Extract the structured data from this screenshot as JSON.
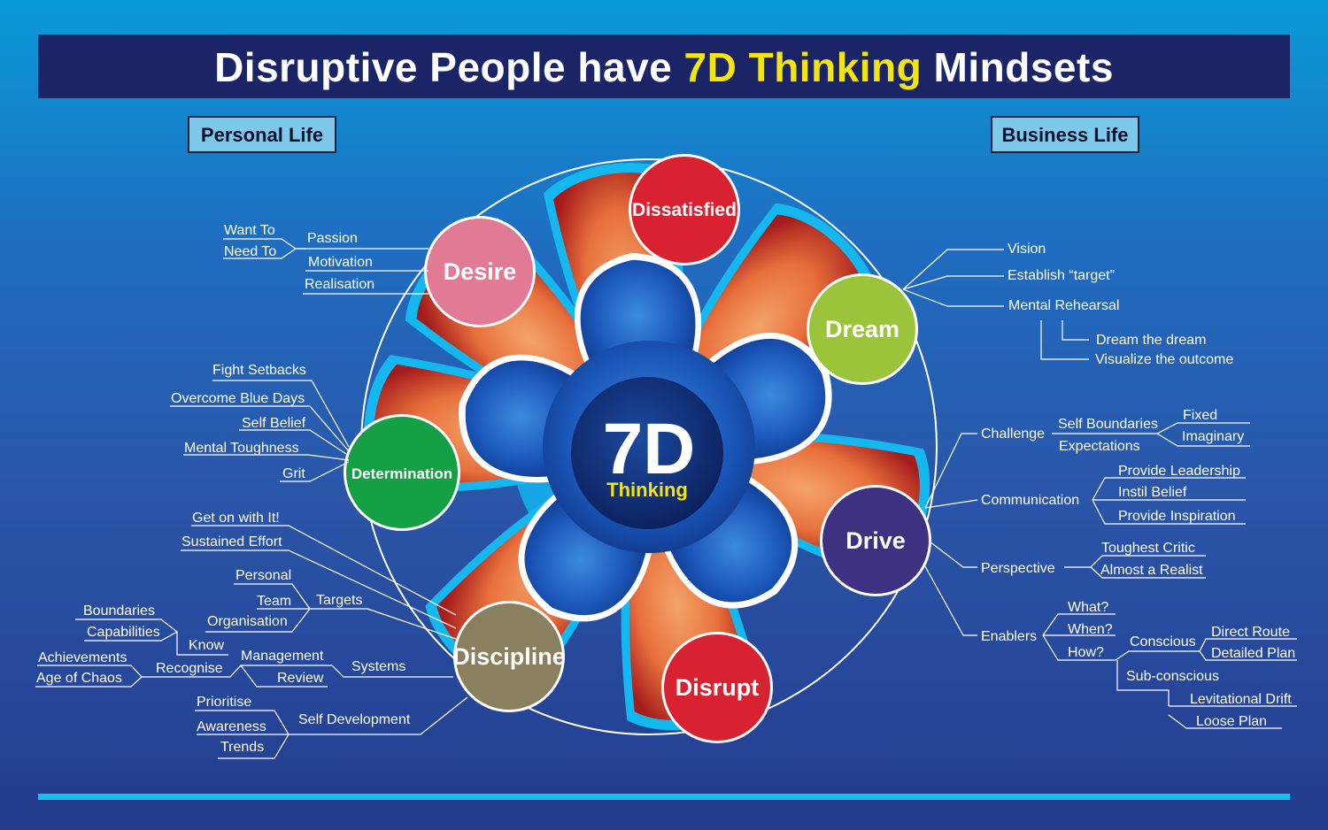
{
  "title": {
    "before": "Disruptive People have ",
    "highlight": "7D Thinking",
    "after": " Mindsets"
  },
  "left_box": "Personal Life",
  "right_box": "Business Life",
  "center": {
    "big": "7D",
    "small": "Thinking"
  },
  "colors": {
    "accent": "#f4e50e",
    "petal_blue": "#1c58b8",
    "title_bg": "#1b2466",
    "box_bg": "#7ec8ea"
  },
  "nodes": {
    "desire": {
      "label": "Desire",
      "color": "#e07a95"
    },
    "dissatisfied": {
      "label": "Dissatisfied",
      "color": "#d92231"
    },
    "dream": {
      "label": "Dream",
      "color": "#9cc43b"
    },
    "drive": {
      "label": "Drive",
      "color": "#3e3182"
    },
    "disrupt": {
      "label": "Disrupt",
      "color": "#d92231"
    },
    "discipline": {
      "label": "Discipline",
      "color": "#8a7f5e"
    },
    "determination": {
      "label": "Determination",
      "color": "#16a046"
    }
  },
  "labels": {
    "want_to": "Want To",
    "need_to": "Need To",
    "passion": "Passion",
    "motivation": "Motivation",
    "realisation": "Realisation",
    "vision": "Vision",
    "establish_target": "Establish “target”",
    "mental_rehearsal": "Mental Rehearsal",
    "dream_the_dream": "Dream the dream",
    "visualize_outcome": "Visualize the outcome",
    "fight_setbacks": "Fight Setbacks",
    "overcome_blue_days": "Overcome Blue Days",
    "self_belief": "Self Belief",
    "mental_toughness": "Mental Toughness",
    "grit": "Grit",
    "challenge": "Challenge",
    "self_boundaries": "Self Boundaries",
    "expectations": "Expectations",
    "fixed": "Fixed",
    "imaginary": "Imaginary",
    "communication": "Communication",
    "provide_leadership": "Provide Leadership",
    "instil_belief": "Instil Belief",
    "provide_inspiration": "Provide Inspiration",
    "perspective": "Perspective",
    "toughest_critic": "Toughest Critic",
    "almost_realist": "Almost a Realist",
    "enablers": "Enablers",
    "what": "What?",
    "when": "When?",
    "how": "How?",
    "conscious": "Conscious",
    "direct_route": "Direct Route",
    "detailed_plan": "Detailed Plan",
    "sub_conscious": "Sub-conscious",
    "levitational_drift": "Levitational Drift",
    "loose_plan": "Loose Plan",
    "get_on_with_it": "Get on with It!",
    "sustained_effort": "Sustained Effort",
    "personal": "Personal",
    "team": "Team",
    "organisation": "Organisation",
    "targets": "Targets",
    "boundaries": "Boundaries",
    "capabilities": "Capabilities",
    "know": "Know",
    "achievements": "Achievements",
    "age_of_chaos": "Age of Chaos",
    "recognise": "Recognise",
    "management": "Management",
    "review": "Review",
    "systems": "Systems",
    "prioritise": "Prioritise",
    "awareness": "Awareness",
    "trends": "Trends",
    "self_development": "Self Development"
  }
}
